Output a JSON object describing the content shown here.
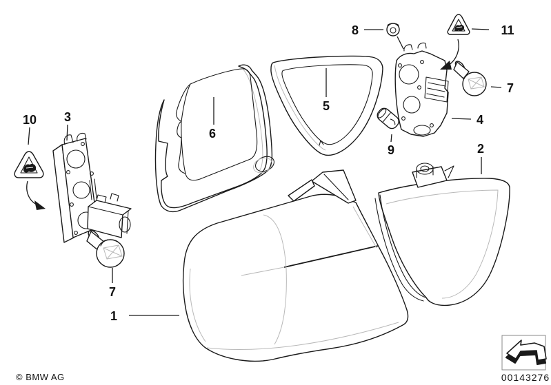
{
  "callouts": {
    "c1": "1",
    "c2": "2",
    "c3": "3",
    "c4": "4",
    "c5": "5",
    "c6": "6",
    "c7a": "7",
    "c7b": "7",
    "c8": "8",
    "c9": "9",
    "c10": "10",
    "c11": "11"
  },
  "footer": {
    "copyright": "© BMW AG",
    "diagram_number": "00143276"
  },
  "icons": {
    "warning_triangle_left": "warning-triangle",
    "warning_triangle_right": "warning-triangle",
    "nav_arrow": "back-arrow"
  },
  "colors": {
    "background": "#ffffff",
    "line": "#1a1a1a",
    "hatch": "#b0b0b0"
  }
}
